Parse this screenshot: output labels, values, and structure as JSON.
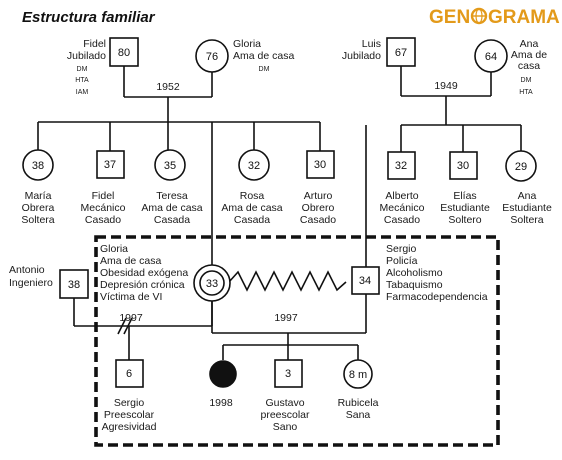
{
  "title": "Estructura familiar",
  "logo": {
    "left": "GEN",
    "right": "GRAMA"
  },
  "people": {
    "fidel_sr": {
      "age": "80",
      "name": "Fidel",
      "info": "Jubilado",
      "conditions": [
        "DM",
        "HTA",
        "IAM"
      ]
    },
    "gloria_sr": {
      "age": "76",
      "name": "Gloria",
      "info": "Ama de casa",
      "conditions": [
        "DM"
      ]
    },
    "luis": {
      "age": "67",
      "name": "Luis",
      "info": "Jubilado"
    },
    "ana_sr": {
      "age": "64",
      "name": "Ana",
      "info1": "Ama de",
      "info2": "casa",
      "conditions": [
        "DM",
        "HTA"
      ]
    },
    "maria": {
      "age": "38",
      "lines": [
        "María",
        "Obrera",
        "Soltera"
      ]
    },
    "fidel_jr": {
      "age": "37",
      "lines": [
        "Fidel",
        "Mecánico",
        "Casado"
      ]
    },
    "teresa": {
      "age": "35",
      "lines": [
        "Teresa",
        "Ama de casa",
        "Casada"
      ]
    },
    "rosa": {
      "age": "32",
      "lines": [
        "Rosa",
        "Ama de casa",
        "Casada"
      ]
    },
    "arturo": {
      "age": "30",
      "lines": [
        "Arturo",
        "Obrero",
        "Casado"
      ]
    },
    "alberto": {
      "age": "32",
      "lines": [
        "Alberto",
        "Mecánico",
        "Casado"
      ]
    },
    "elias": {
      "age": "30",
      "lines": [
        "Elías",
        "Estudiante",
        "Soltero"
      ]
    },
    "ana_jr": {
      "age": "29",
      "lines": [
        "Ana",
        "Estudiante",
        "Soltera"
      ]
    },
    "antonio": {
      "age": "38",
      "name": "Antonio",
      "info": "Ingeniero"
    },
    "gloria_jr": {
      "age": "33",
      "lines": [
        "Gloria",
        "Ama de casa",
        "Obesidad exógena",
        "Depresión crónica",
        "Víctima de VI"
      ]
    },
    "sergio_sr": {
      "age": "34",
      "lines": [
        "Sergio",
        "Policía",
        "Alcoholismo",
        "Tabaquismo",
        "Farmacodependencia"
      ]
    },
    "sergio_jr": {
      "age": "6",
      "lines": [
        "Sergio",
        "Preescolar",
        "Agresividad"
      ]
    },
    "deceased": {
      "year": "1998"
    },
    "gustavo": {
      "age": "3",
      "lines": [
        "Gustavo",
        "preescolar",
        "Sano"
      ]
    },
    "rubicela": {
      "age": "8 m",
      "lines": [
        "Rubicela",
        "Sana"
      ]
    }
  },
  "unions": {
    "fidel_gloria": "1952",
    "luis_ana": "1949",
    "antonio_gloria": "1997",
    "gloria_sergio": "1997"
  }
}
